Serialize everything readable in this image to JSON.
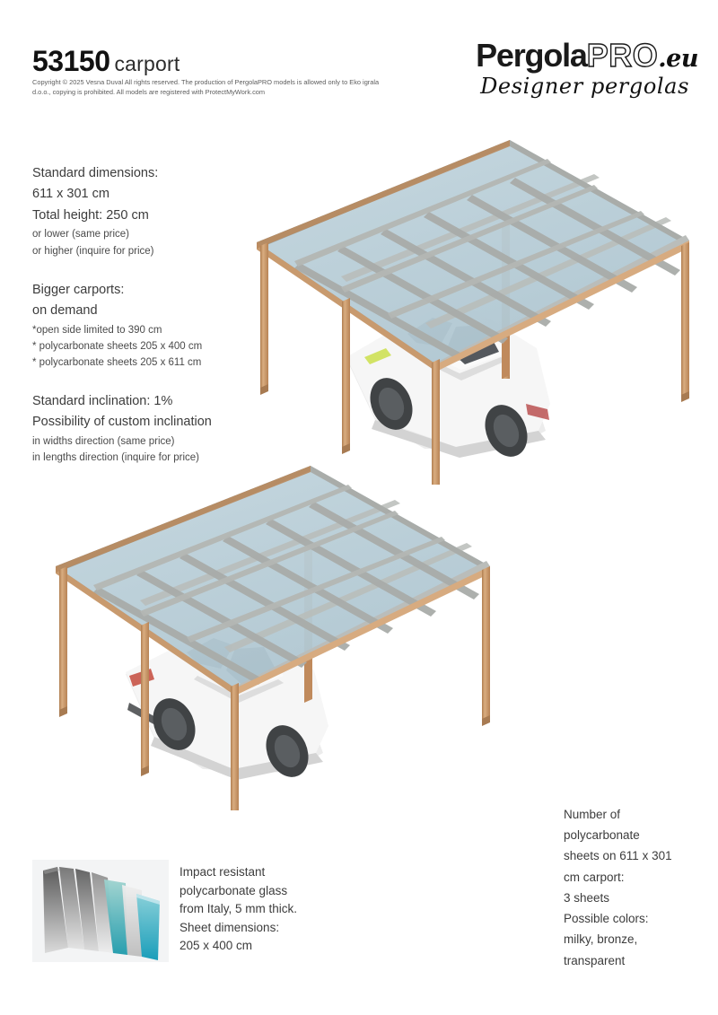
{
  "header": {
    "model_code": "53150",
    "product_type": "carport",
    "copyright": "Copyright © 2025 Vesna Duval All rights reserved. The production of PergolaPRO models is allowed only to Eko igrala d.o.o., copying is prohibited. All models are registered with ProtectMyWork.com"
  },
  "logo": {
    "name_part1": "Pergola",
    "name_part2": "PRO",
    "name_part3": ".eu",
    "tagline": "Designer pergolas"
  },
  "specs": {
    "dimensions": {
      "heading": "Standard dimensions:",
      "value": "611 x 301 cm",
      "height_label": "Total height: 250 cm",
      "note_lower": "or lower (same price)",
      "note_higher": "or higher (inquire for price)"
    },
    "bigger": {
      "heading": "Bigger carports:",
      "value": "on demand",
      "note_open_side": "*open side limited to 390 cm",
      "note_sheet_400": "* polycarbonate sheets 205 x 400 cm",
      "note_sheet_611": "* polycarbonate sheets 205 x 611 cm"
    },
    "inclination": {
      "heading": "Standard inclination: 1%",
      "custom": "Possibility of custom inclination",
      "note_width": "in widths direction (same price)",
      "note_length": "in lengths direction (inquire for price)"
    }
  },
  "glass": {
    "line1": "Impact resistant",
    "line2": "polycarbonate glass",
    "line3": "from Italy, 5 mm thick.",
    "line4": "Sheet dimensions:",
    "line5": "205 x 400 cm"
  },
  "sheets_info": {
    "line1": "Number of",
    "line2": "polycarbonate",
    "line3": "sheets on 611 x 301",
    "line4": "cm carport:",
    "line5": "3 sheets",
    "line6": "Possible colors:",
    "line7": "milky, bronze,",
    "line8": "transparent"
  },
  "colors": {
    "post_wood": "#c89a6e",
    "post_wood_dark": "#a87b52",
    "post_wood_light": "#ddb892",
    "beam_gray": "#a9aca9",
    "beam_gray_dark": "#8e918e",
    "beam_gray_light": "#c2c5c2",
    "panel_blue": "#b3c9d3",
    "panel_blue_light": "#c3d6de",
    "car_white": "#f4f4f4",
    "car_shadow": "#d8d8d8",
    "car_glass": "#2e3338",
    "tire_dark": "#3a3d40",
    "text_dark": "#3c3c3c",
    "background": "#ffffff"
  },
  "renders": {
    "top_view_label": "carport-iso-view-front",
    "bottom_view_label": "carport-iso-view-rear"
  }
}
